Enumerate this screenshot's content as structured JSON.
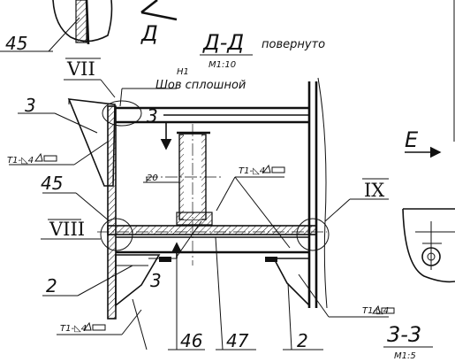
{
  "labels": {
    "part_45_top": "45",
    "section_d": "Д",
    "view_title": "Д-Д",
    "view_title_note": "повернуто",
    "view_scale": "М1:10",
    "detail_vii": "VII",
    "weld_h1": "Н1",
    "weld_solid": "Шов сплошной",
    "part_3_top": "3",
    "section_3_top": "3",
    "view_e": "Е",
    "weld_left": "Т1-◺4",
    "part_45_mid": "45",
    "dim_20": "20",
    "weld_middle": "Т1-◺4",
    "detail_ix": "IX",
    "detail_viii": "VIII",
    "part_2_left": "2",
    "section_3_bottom": "3",
    "weld_bottom_right": "Т1-◺4",
    "weld_bottom_left": "Т1-◺4",
    "section_3_3": "3-3",
    "section_scale": "М1:5",
    "part_46": "46",
    "part_47": "47",
    "part_2_right": "2"
  }
}
